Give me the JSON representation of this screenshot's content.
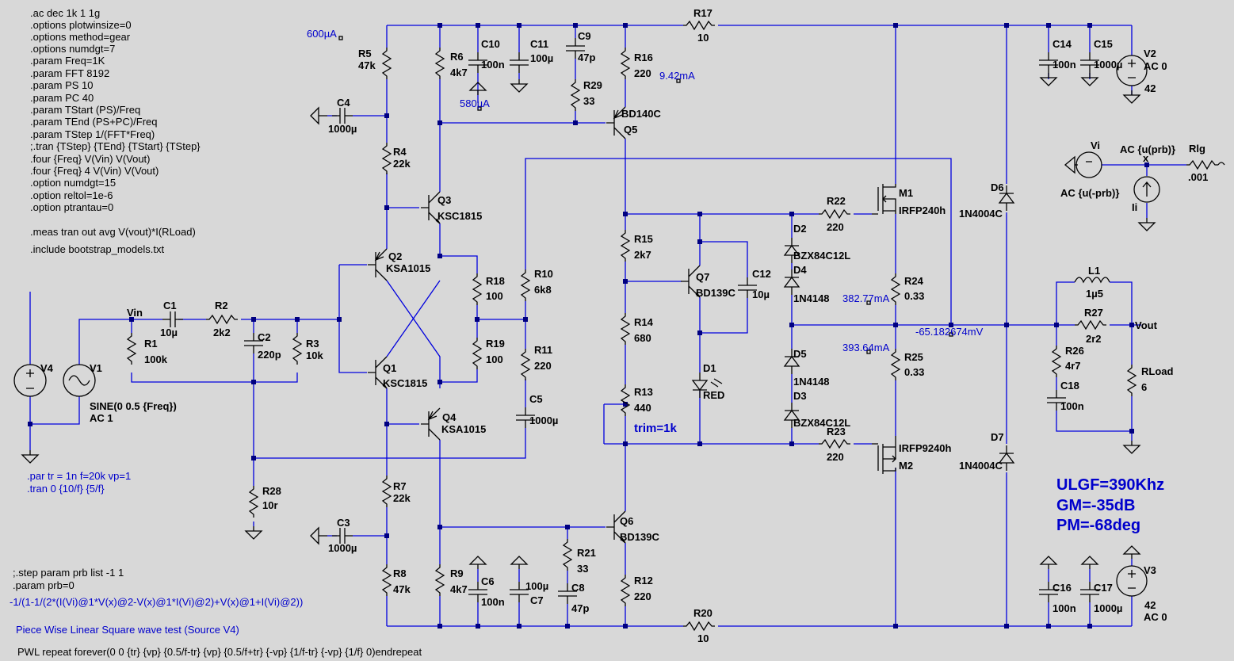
{
  "directives": [
    ".ac dec 1k 1 1g",
    ".options plotwinsize=0",
    ".options method=gear",
    ".options numdgt=7",
    ".param Freq=1K",
    ".param FFT 8192",
    ".param PS 10",
    ".param PC 40",
    ".param TStart (PS)/Freq",
    ".param TEnd (PS+PC)/Freq",
    ".param TStep 1/(FFT*Freq)",
    ";.tran {TStep} {TEnd} {TStart} {TStep}",
    ".four {Freq} V(Vin) V(Vout)",
    ".four {Freq} 4 V(Vin) V(Vout)",
    ".option numdgt=15",
    ".option reltol=1e-6",
    ".option ptrantau=0"
  ],
  "meas": ".meas tran out avg V(vout)*I(RLoad)",
  "include": ".include bootstrap_models.txt",
  "tran_alt": [
    ".par tr = 1n f=20k vp=1",
    ".tran 0 {10/f} {5/f}"
  ],
  "step": [
    ";.step param prb list -1 1",
    ".param prb=0"
  ],
  "formula": "-1/(1-1/(2*(I(Vi)@1*V(x)@2-V(x)@1*I(Vi)@2)+V(x)@1+I(Vi)@2))",
  "pwl_title": "Piece Wise Linear Square wave test (Source V4)",
  "pwl": "PWL repeat forever(0 0 {tr} {vp} {0.5/f-tr} {vp} {0.5/f+tr} {-vp} {1/f-tr} {-vp} {1/f} 0)endrepeat",
  "results": [
    "ULGF=390Khz",
    "GM=-35dB",
    "PM=-68deg"
  ],
  "trim": "trim=1k",
  "probes": {
    "i600": "600µA",
    "i580": "580µA",
    "i942": "9.42mA",
    "i382": "382.77mA",
    "i393": "393.64mA",
    "vout_dc": "-65.182674mV"
  },
  "nets": {
    "vin": "Vin",
    "vout": "Vout",
    "x": "x"
  },
  "probe_src": {
    "vi": "Vi",
    "ii": "Ii",
    "ac_pos": "AC {u(prb)}",
    "ac_neg": "AC {u(-prb)}",
    "rlg": "Rlg",
    "rlg_val": ".001"
  },
  "sources": {
    "v1": "V1",
    "v1_val1": "SINE(0 0.5 {Freq})",
    "v1_val2": "AC 1",
    "v4": "V4",
    "v2": "V2",
    "v2_val1": "AC 0",
    "v2_val2": "42",
    "v3": "V3",
    "v3_val1": "42",
    "v3_val2": "AC 0"
  },
  "parts": {
    "c1": "C1",
    "c1v": "10µ",
    "r2": "R2",
    "r2v": "2k2",
    "r1": "R1",
    "r1v": "100k",
    "c2": "C2",
    "c2v": "220p",
    "r3": "R3",
    "r3v": "10k",
    "r28": "R28",
    "r28v": "10r",
    "r5": "R5",
    "r5v": "47k",
    "c4": "C4",
    "c4v": "1000µ",
    "r4": "R4",
    "r4v": "22k",
    "r6": "R6",
    "r6v": "4k7",
    "c10": "C10",
    "c10v": "100n",
    "c11": "C11",
    "c11v": "100µ",
    "c9": "C9",
    "c9v": "47p",
    "r29": "R29",
    "r29v": "33",
    "r16": "R16",
    "r16v": "220",
    "r17": "R17",
    "r17v": "10",
    "q5": "Q5",
    "q5v": "BD140C",
    "q3": "Q3",
    "q3v": "KSC1815",
    "q2": "Q2",
    "q2v": "KSA1015",
    "q1": "Q1",
    "q1v": "KSC1815",
    "q4": "Q4",
    "q4v": "KSA1015",
    "r18": "R18",
    "r18v": "100",
    "r19": "R19",
    "r19v": "100",
    "r10": "R10",
    "r10v": "6k8",
    "r11": "R11",
    "r11v": "220",
    "c5": "C5",
    "c5v": "1000µ",
    "r15": "R15",
    "r15v": "2k7",
    "r14": "R14",
    "r14v": "680",
    "r13": "R13",
    "r13v": "440",
    "q7": "Q7",
    "q7v": "BD139C",
    "c12": "C12",
    "c12v": "10µ",
    "d1": "D1",
    "d1v": "RED",
    "d2": "D2",
    "d2v": "BZX84C12L",
    "d4": "D4",
    "d4v": "1N4148",
    "d5": "D5",
    "d5v": "1N4148",
    "d3": "D3",
    "d3v": "BZX84C12L",
    "r22": "R22",
    "r22v": "220",
    "r23": "R23",
    "r23v": "220",
    "m1": "M1",
    "m1v": "IRFP240h",
    "m2": "M2",
    "m2v": "IRFP9240h",
    "r24": "R24",
    "r24v": "0.33",
    "r25": "R25",
    "r25v": "0.33",
    "d6": "D6",
    "d6v": "1N4004C",
    "d7": "D7",
    "d7v": "1N4004C",
    "c14": "C14",
    "c14v": "100n",
    "c15": "C15",
    "c15v": "1000µ",
    "c16": "C16",
    "c16v": "100n",
    "c17": "C17",
    "c17v": "1000µ",
    "l1": "L1",
    "l1v": "1µ5",
    "r27": "R27",
    "r27v": "2r2",
    "r26": "R26",
    "r26v": "4r7",
    "c18": "C18",
    "c18v": "100n",
    "rload": "RLoad",
    "rloadv": "6",
    "r7": "R7",
    "r7v": "22k",
    "c3": "C3",
    "c3v": "1000µ",
    "r8": "R8",
    "r8v": "47k",
    "r9": "R9",
    "r9v": "4k7",
    "c6": "C6",
    "c6v": "100n",
    "c7": "C7",
    "c7v": "100µ",
    "r21": "R21",
    "r21v": "33",
    "c8": "C8",
    "c8v": "47p",
    "q6": "Q6",
    "q6v": "BD139C",
    "r12": "R12",
    "r12v": "220",
    "r20": "R20",
    "r20v": "10"
  }
}
